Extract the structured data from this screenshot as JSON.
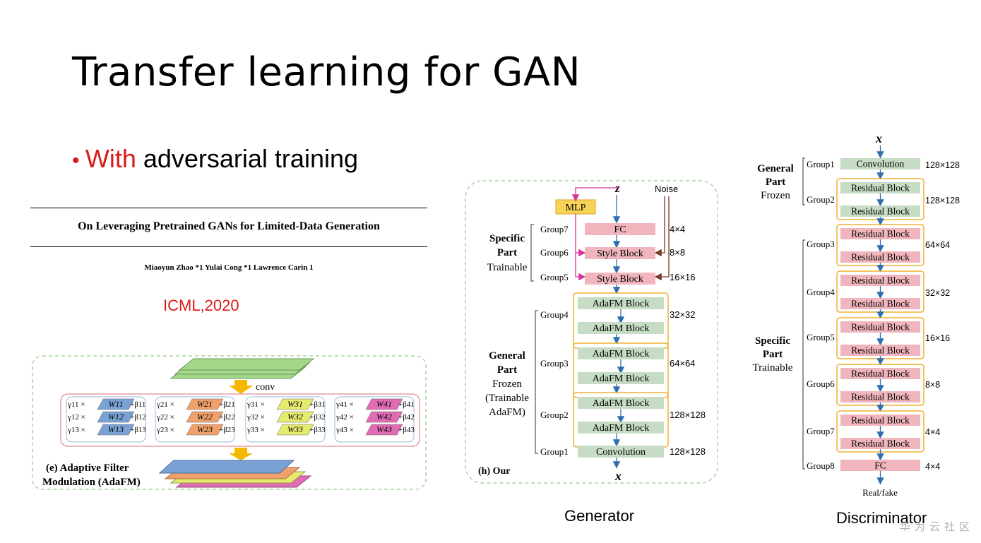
{
  "slide": {
    "title": "Transfer learning for GAN",
    "bullet_red": "With",
    "bullet_rest": " adversarial training",
    "paper_title": "On Leveraging Pretrained GANs for Limited-Data Generation",
    "authors": "Miaoyun Zhao *1  Yulai Cong *1  Lawrence Carin 1",
    "venue": "ICML,2020",
    "generator_caption": "Generator",
    "discriminator_caption": "Discriminator",
    "watermark": "华为云社区"
  },
  "adafm": {
    "conv_label": "conv",
    "caption_line1": "(e) Adaptive Filter",
    "caption_line2": "Modulation (AdaFM)",
    "groups": [
      {
        "color": "#7aa1d6",
        "rows": [
          [
            "γ11 ×",
            "W11",
            "+β11"
          ],
          [
            "γ12 ×",
            "W12",
            "+β12"
          ],
          [
            "γ13 ×",
            "W13",
            "+β13"
          ]
        ]
      },
      {
        "color": "#f0a06a",
        "rows": [
          [
            "γ21 ×",
            "W21",
            "+β21"
          ],
          [
            "γ22 ×",
            "W22",
            "+β22"
          ],
          [
            "γ23 ×",
            "W23",
            "+β23"
          ]
        ]
      },
      {
        "color": "#e6ea6e",
        "rows": [
          [
            "γ31 ×",
            "W31",
            "+β31"
          ],
          [
            "γ32 ×",
            "W32",
            "+β32"
          ],
          [
            "γ33 ×",
            "W33",
            "+β33"
          ]
        ]
      },
      {
        "color": "#e06cb4",
        "rows": [
          [
            "γ41 ×",
            "W41",
            "+β41"
          ],
          [
            "γ42 ×",
            "W42",
            "+β42"
          ],
          [
            "γ43 ×",
            "W43",
            "+β43"
          ]
        ]
      }
    ]
  },
  "generator": {
    "z": "z",
    "noise": "Noise",
    "mlp": "MLP",
    "specific_label": [
      "Specific",
      "Part",
      "Trainable"
    ],
    "general_label": [
      "General",
      "Part",
      "Frozen",
      "(Trainable",
      "AdaFM)"
    ],
    "caption": "(h) Our",
    "x": "x",
    "rows": [
      {
        "group": "Group7",
        "block": "FC",
        "size": "4×4"
      },
      {
        "group": "Group6",
        "block": "Style Block",
        "size": "8×8"
      },
      {
        "group": "Group5",
        "block": "Style Block",
        "size": "16×16"
      },
      {
        "group": "Group4",
        "blocks": [
          "AdaFM Block",
          "AdaFM Block"
        ],
        "size": "32×32"
      },
      {
        "group": "Group3",
        "blocks": [
          "AdaFM Block",
          "AdaFM Block"
        ],
        "size": "64×64"
      },
      {
        "group": "Group2",
        "blocks": [
          "AdaFM Block",
          "AdaFM Block"
        ],
        "size": "128×128"
      },
      {
        "group": "Group1",
        "block": "Convolution",
        "size": "128×128"
      }
    ]
  },
  "discriminator": {
    "x": "x",
    "general_label": [
      "General",
      "Part",
      "Frozen"
    ],
    "specific_label": [
      "Specific",
      "Part",
      "Trainable"
    ],
    "output": "Real/fake",
    "rows": [
      {
        "group": "Group1",
        "block": "Convolution",
        "size": "128×128"
      },
      {
        "group": "Group2",
        "blocks": [
          "Residual Block",
          "Residual Block"
        ],
        "size": "128×128"
      },
      {
        "group": "Group3",
        "blocks": [
          "Residual Block",
          "Residual Block"
        ],
        "size": "64×64"
      },
      {
        "group": "Group4",
        "blocks": [
          "Residual Block",
          "Residual Block"
        ],
        "size": "32×32"
      },
      {
        "group": "Group5",
        "blocks": [
          "Residual Block",
          "Residual Block"
        ],
        "size": "16×16"
      },
      {
        "group": "Group6",
        "blocks": [
          "Residual Block",
          "Residual Block"
        ],
        "size": "8×8"
      },
      {
        "group": "Group7",
        "blocks": [
          "Residual Block",
          "Residual Block"
        ],
        "size": "4×4"
      },
      {
        "group": "Group8",
        "block": "FC",
        "size": "4×4"
      }
    ]
  },
  "colors": {
    "green_block": "#c7dcc4",
    "pink_block": "#f1b6bd",
    "orange_outline": "#f0b030",
    "arrow_blue": "#2f6fb0",
    "magenta": "#d6339c",
    "brown": "#7a3a2a",
    "mlp_fill": "#f7d358",
    "dashed_green": "#a8d4a0"
  }
}
